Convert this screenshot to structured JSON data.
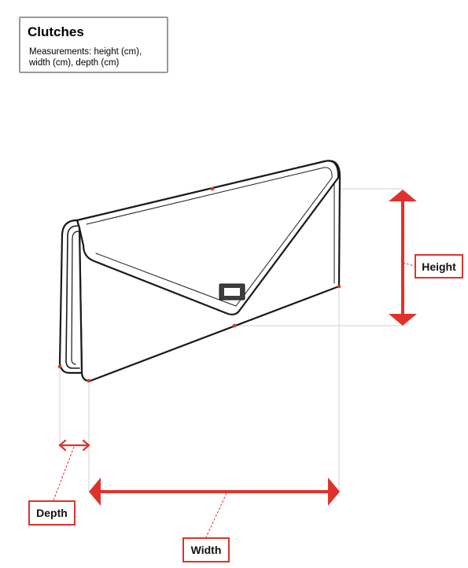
{
  "header": {
    "title": "Clutches",
    "subtitle": "Measurements: height (cm), width (cm), depth (cm)"
  },
  "labels": {
    "height": "Height",
    "width": "Width",
    "depth": "Depth"
  },
  "colors": {
    "accent": "#e0322c",
    "outline": "#1a1a1a",
    "guide": "#d0d0d0",
    "title_border": "#9a9a9a"
  },
  "icons": {
    "product": "clutch-bag-illustration",
    "clasp": "rectangular-clasp-icon"
  }
}
